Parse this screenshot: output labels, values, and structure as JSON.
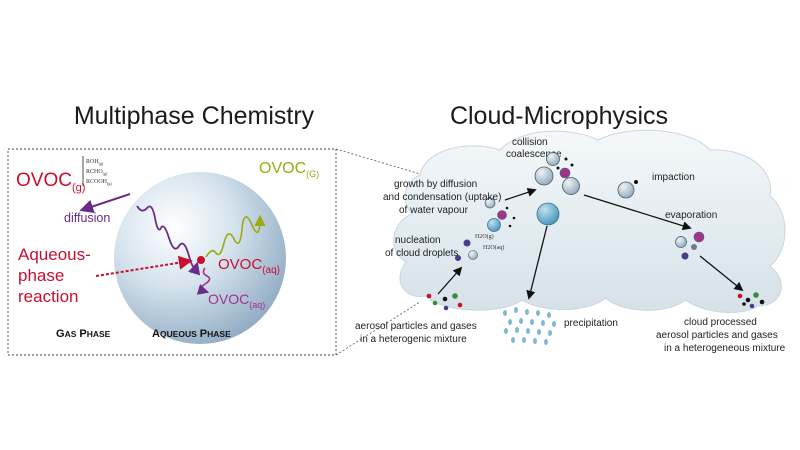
{
  "titles": {
    "left": "Multiphase Chemistry",
    "right": "Cloud-Microphysics"
  },
  "left": {
    "ovoc_g_base": "OVOC",
    "ovoc_g_sub": "(g)",
    "species": [
      "ROH",
      "RCHO",
      "RCOOH"
    ],
    "species_sub": "(g)",
    "diffusion": "diffusion",
    "aqueous_lines": [
      "Aqueous-",
      "phase",
      "reaction"
    ],
    "ovoc_G_base": "OVOC",
    "ovoc_G_sub": "(G)",
    "ovoc_aq1_base": "OVOC",
    "ovoc_aq1_sub": "(aq)",
    "ovoc_aq2_base": "OVOC",
    "ovoc_aq2_sub": "(aq)",
    "gas_phase_big1": "G",
    "gas_phase_small1": "AS",
    "gas_phase_big2": "P",
    "gas_phase_small2": "HASE",
    "aq_phase_big1": "A",
    "aq_phase_small1": "QUEOUS",
    "aq_phase_big2": "P",
    "aq_phase_small2": "HASE"
  },
  "right": {
    "collision": [
      "collision",
      "coalescence"
    ],
    "growth": [
      "growth by diffusion",
      "and condensation (uptake)",
      "of water vapour"
    ],
    "nucleation": [
      "nucleation",
      "of cloud droplets"
    ],
    "impaction": "impaction",
    "evaporation": "evaporation",
    "precipitation": "precipitation",
    "aerosol": [
      "aerosol particles and gases",
      "in a heterogenic mixture"
    ],
    "processed": [
      "cloud processed",
      "aerosol particles and gases",
      "in a heterogeneous mixture"
    ],
    "h2o_1": "H2O(g)",
    "h2o_2": "H2O(aq)"
  },
  "colors": {
    "red": "#c8102e",
    "purple": "#6a2c8a",
    "olive": "#9aaa10",
    "magenta": "#a0338a",
    "cloud": "#e6eef2"
  }
}
